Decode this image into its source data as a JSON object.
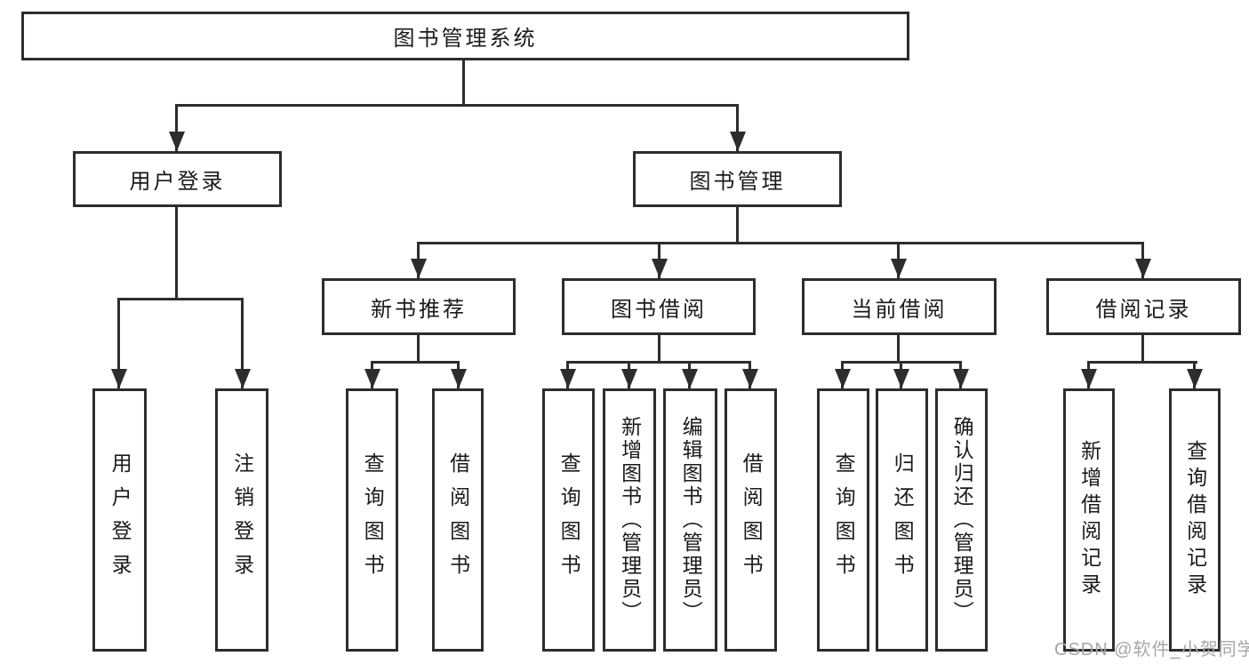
{
  "tree": {
    "label": "图书管理系统",
    "children": [
      {
        "label": "用户登录",
        "children": [
          {
            "label": "用户登录"
          },
          {
            "label": "注销登录"
          }
        ]
      },
      {
        "label": "图书管理",
        "children": [
          {
            "label": "新书推荐",
            "children": [
              {
                "label": "查询图书"
              },
              {
                "label": "借阅图书"
              }
            ]
          },
          {
            "label": "图书借阅",
            "children": [
              {
                "label": "查询图书"
              },
              {
                "label": "新增图书（管理员）"
              },
              {
                "label": "编辑图书（管理员）"
              },
              {
                "label": "借阅图书"
              }
            ]
          },
          {
            "label": "当前借阅",
            "children": [
              {
                "label": "查询图书"
              },
              {
                "label": "归还图书"
              },
              {
                "label": "确认归还（管理员）"
              }
            ]
          },
          {
            "label": "借阅记录",
            "children": [
              {
                "label": "新增借阅记录"
              },
              {
                "label": "查询借阅记录"
              }
            ]
          }
        ]
      }
    ]
  },
  "watermark": {
    "text": "CSDN @软件_小贺同学"
  },
  "colors": {
    "line": "#2d2d2d",
    "text": "#1a1a1a",
    "background": "#ffffff",
    "watermark": "#a6a6a6"
  }
}
